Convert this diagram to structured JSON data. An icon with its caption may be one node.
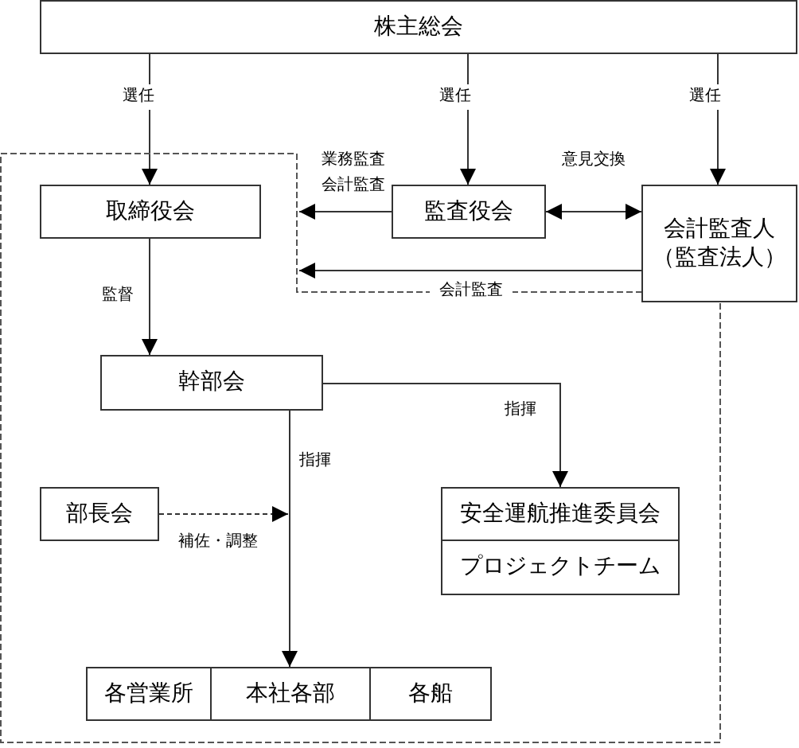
{
  "diagram": {
    "nodes": [
      {
        "text": [
          "株主総会"
        ]
      },
      {
        "text": [],
        "shape": "box"
      },
      {
        "text": [
          "取締役会"
        ],
        "in": 1
      },
      {
        "text": [
          "監査役会"
        ]
      },
      {
        "text": [
          "会計監査人（監査法人）"
        ]
      },
      {
        "text": [
          "幹部会"
        ],
        "in": 1
      },
      {
        "text": [
          "部長会"
        ],
        "in": 1
      },
      {
        "text": [
          "安全運航推進委員会"
        ],
        "in": 1
      },
      {
        "text": [
          "プロジェクトチーム"
        ],
        "in": 1
      },
      {
        "text": [
          "各営業所"
        ],
        "in": 1
      },
      {
        "text": [
          "本社各部"
        ],
        "in": 1
      },
      {
        "text": [
          "各船"
        ],
        "in": 1
      }
    ],
    "edges": [
      {
        "from": 0,
        "to": 2,
        "arrow": "to",
        "label": "選任"
      },
      {
        "from": 0,
        "to": 3,
        "arrow": "to",
        "label": "選任"
      },
      {
        "from": 0,
        "to": 4,
        "arrow": "to",
        "label": "選任"
      },
      {
        "from": 3,
        "to": 1,
        "arrow": "to",
        "label": "業務監査会計監査"
      },
      {
        "from": 3,
        "to": 4,
        "arrow": "both",
        "label": "意見交換"
      },
      {
        "from": 4,
        "to": 1,
        "arrow": "to",
        "label": "会計監査"
      },
      {
        "from": 2,
        "to": 5,
        "arrow": "to",
        "label": "監督"
      },
      {
        "from": 5,
        "to": 7,
        "arrow": "to",
        "label": "指揮"
      },
      {
        "from": 5,
        "to": 10,
        "arrow": "to",
        "label": "指揮"
      },
      {
        "from": 6,
        "to": null,
        "arrow": "to",
        "label": "補佐・調整",
        "style": "dashed"
      }
    ]
  }
}
